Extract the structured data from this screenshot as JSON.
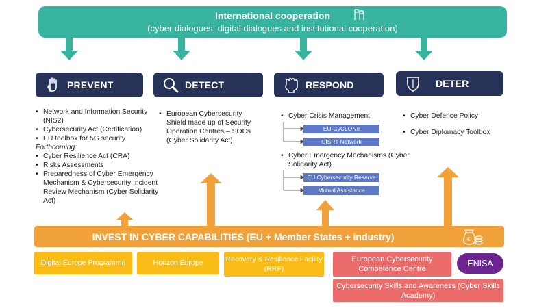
{
  "banner": {
    "title": "International cooperation",
    "subtitle": "(cyber dialogues, digital dialogues and institutional cooperation)"
  },
  "pillars": [
    {
      "label": "PREVENT",
      "icon": "hand-icon"
    },
    {
      "label": "DETECT",
      "icon": "magnifier-icon"
    },
    {
      "label": "RESPOND",
      "icon": "fist-icon"
    },
    {
      "label": "DETER",
      "icon": "shield-icon"
    }
  ],
  "prevent": {
    "items": [
      "Network and Information Security (NIS2)",
      "Cybersecurity Act (Certification)",
      "EU toolbox for 5G security"
    ],
    "forthcoming_label": "Forthcoming",
    "forthcoming_items": [
      "Cyber Resilience Act (CRA)",
      "Risks Assessments",
      "Preparedness of Cyber Emergency Mechanism & Cybersecurity Incident Review Mechanism (Cyber Solidarity Act)"
    ]
  },
  "detect": {
    "items": [
      "European Cybersecurity Shield made up of Security Operation Centres – SOCs (Cyber Solidarity Act)"
    ]
  },
  "respond": {
    "group1": {
      "title": "Cyber Crisis Management",
      "subitems": [
        "EU-CyCLONe",
        "CISRT Network"
      ]
    },
    "group2": {
      "title": "Cyber Emergency Mechanisms (Cyber Solidarity Act)",
      "subitems": [
        "EU Cybersecurity Reserve",
        "Mutual Assistance"
      ]
    }
  },
  "deter": {
    "items": [
      "Cyber Defence Policy",
      "Cyber Diplomacy Toolbox"
    ]
  },
  "invest": {
    "label": "INVEST IN CYBER CAPABILITIES (EU + Member States + industry)",
    "icon": "money-bag-icon"
  },
  "funding": {
    "programmes": [
      "Digital Europe Programme",
      "Horizon Europe",
      "Recovery & Resilience Facility (RRF)"
    ],
    "centre": "European Cybersecurity Competence Centre",
    "skills": "Cybersecurity Skills and Awareness (Cyber Skills Academy)",
    "agency": "ENISA"
  },
  "colors": {
    "teal": "#37b3a0",
    "navy": "#263257",
    "orange": "#f0a13a",
    "yellow": "#f9bc17",
    "red": "#ec6c6c",
    "purple": "#6b2490",
    "blue": "#5c78c6"
  }
}
